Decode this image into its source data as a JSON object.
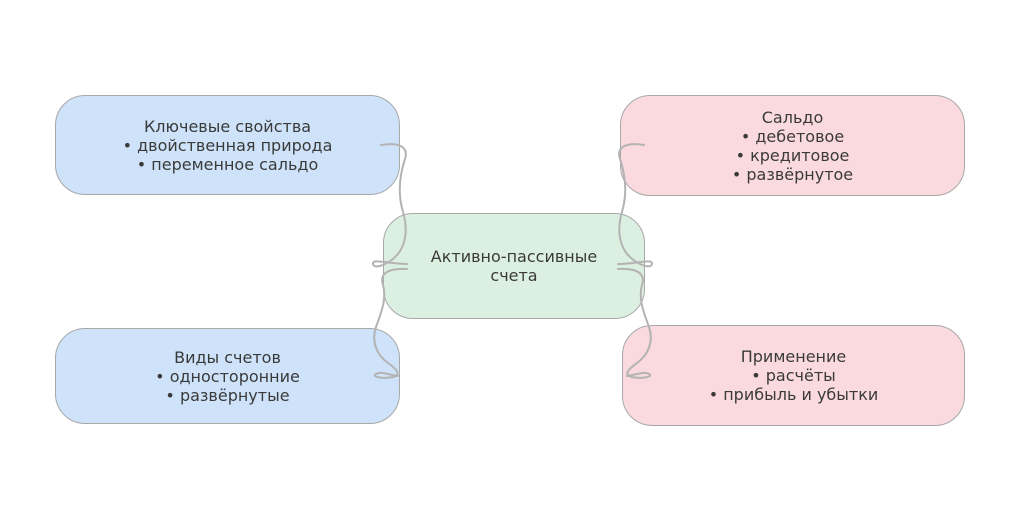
{
  "colors": {
    "background": "#ffffff",
    "blue_fill": "#cee3f9",
    "pink_fill": "#fadade",
    "green_fill": "#dcf0e1",
    "node_border": "#a8a8a8",
    "connector": "#b3b3b3",
    "text": "#3a3a3a"
  },
  "nodes": {
    "center": {
      "lines": [
        "Активно-пассивные",
        "счета"
      ]
    },
    "top_left": {
      "lines": [
        "Ключевые свойства",
        "• двойственная природа",
        "• переменное сальдо"
      ]
    },
    "top_right": {
      "lines": [
        "Сальдо",
        "• дебетовое",
        "• кредитовое",
        "• развёрнутое"
      ]
    },
    "bottom_left": {
      "lines": [
        "Виды счетов",
        "• односторонние",
        "• развёрнутые"
      ]
    },
    "bottom_right": {
      "lines": [
        "Применение",
        "• расчёты",
        "• прибыль и убытки"
      ]
    }
  }
}
